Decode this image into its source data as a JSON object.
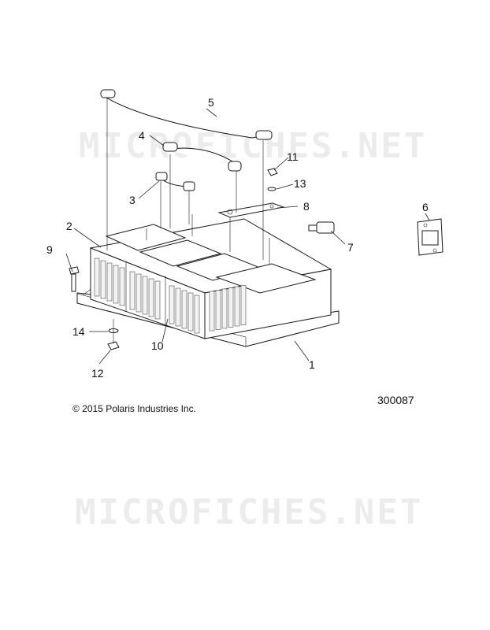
{
  "watermark": {
    "text": "MICROFICHES.NET"
  },
  "copyright": "© 2015 Polaris Industries Inc.",
  "drawing_number": "300087",
  "callouts": {
    "c1": "1",
    "c2": "2",
    "c3": "3",
    "c4": "4",
    "c5": "5",
    "c6": "6",
    "c7": "7",
    "c8": "8",
    "c9": "9",
    "c10": "10",
    "c11": "11",
    "c12": "12",
    "c13": "13",
    "c14": "14"
  }
}
